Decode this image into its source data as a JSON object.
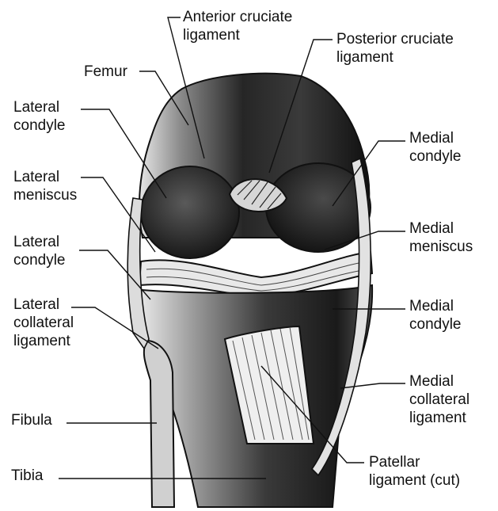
{
  "labels": {
    "anterior_cruciate": [
      "Anterior cruciate",
      "ligament"
    ],
    "posterior_cruciate": [
      "Posterior cruciate",
      "ligament"
    ],
    "femur": [
      "Femur"
    ],
    "lateral_condyle_upper": [
      "Lateral",
      "condyle"
    ],
    "medial_condyle_upper": [
      "Medial",
      "condyle"
    ],
    "lateral_meniscus": [
      "Lateral",
      "meniscus"
    ],
    "medial_meniscus": [
      "Medial",
      "meniscus"
    ],
    "lateral_condyle_lower": [
      "Lateral",
      "condyle"
    ],
    "medial_condyle_lower": [
      "Medial",
      "condyle"
    ],
    "lateral_collateral": [
      "Lateral",
      "collateral",
      "ligament"
    ],
    "medial_collateral": [
      "Medial",
      "collateral",
      "ligament"
    ],
    "fibula": [
      "Fibula"
    ],
    "tibia": [
      "Tibia"
    ],
    "patellar": [
      "Patellar",
      "ligament (cut)"
    ]
  },
  "colors": {
    "ink": "#111111",
    "bone_dark": "#1c1c1c",
    "bone_mid": "#6a6a6a",
    "bone_light": "#d8d8d8",
    "background": "#ffffff"
  }
}
